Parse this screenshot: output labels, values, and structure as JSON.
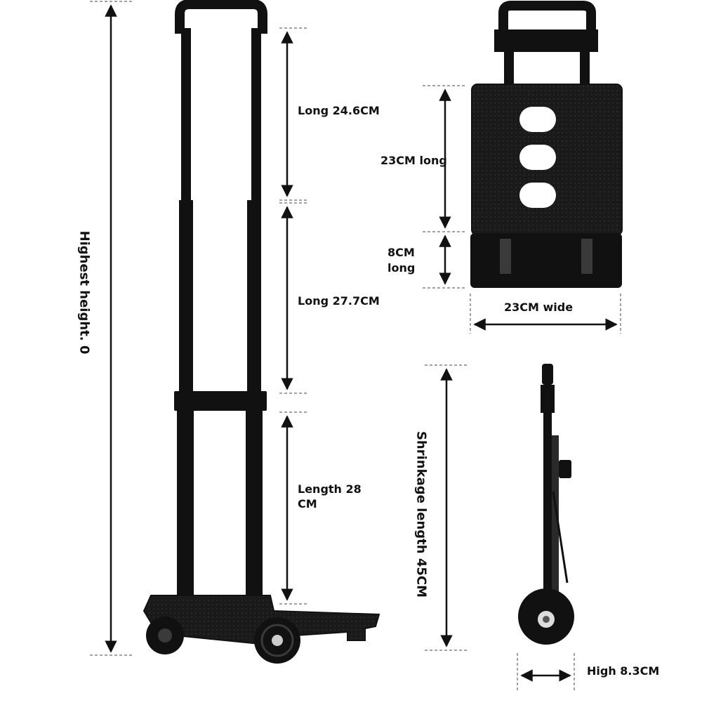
{
  "labels": {
    "highest_height": "Highest height. 0",
    "seg1": "Long 24.6CM",
    "seg2": "Long 27.7CM",
    "seg3_line1": "Length 28",
    "seg3_line2": "CM",
    "plate_long": "23CM long",
    "toe_long_line1": "8CM",
    "toe_long_line2": "long",
    "plate_wide": "23CM wide",
    "shrink_length": "Shrinkage length 45CM",
    "folded_high": "High 8.3CM"
  },
  "colors": {
    "product": "#111111",
    "product_highlight": "#3a3a3a",
    "dimension_line": "#111111",
    "guide_line": "#444444"
  }
}
